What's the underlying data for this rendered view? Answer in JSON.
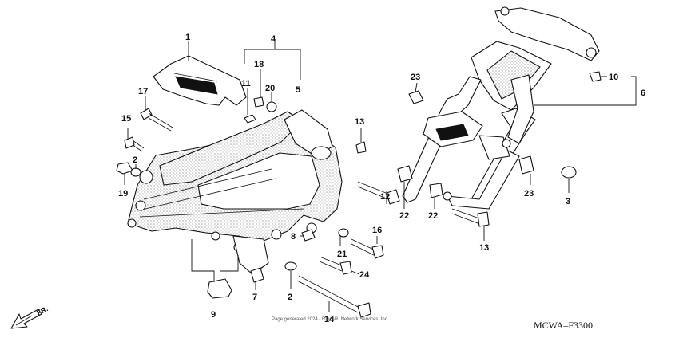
{
  "callouts": {
    "c1": "1",
    "c2a": "2",
    "c2b": "2",
    "c3": "3",
    "c4": "4",
    "c5": "5",
    "c6": "6",
    "c7": "7",
    "c8": "8",
    "c9": "9",
    "c10": "10",
    "c11": "11",
    "c12": "12",
    "c13a": "13",
    "c13b": "13",
    "c14": "14",
    "c15": "15",
    "c16": "16",
    "c17": "17",
    "c18": "18",
    "c19": "19",
    "c20": "20",
    "c21": "21",
    "c22a": "22",
    "c22b": "22",
    "c23a": "23",
    "c23b": "23",
    "c24": "24"
  },
  "diagram_code": "MCWA–F3300",
  "copyright": "Page generated 2024 - Ray ARI Network Services, Inc.",
  "direction_label": "FR."
}
